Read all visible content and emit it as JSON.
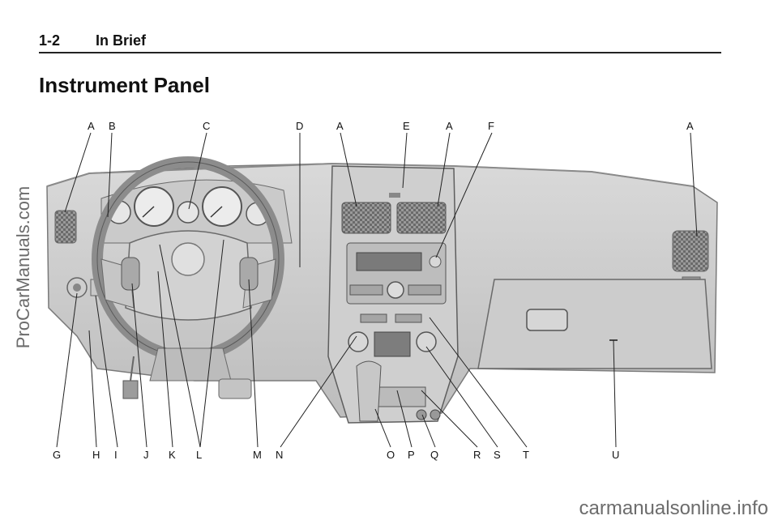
{
  "header": {
    "page_number": "1-2",
    "section": "In Brief"
  },
  "title": "Instrument Panel",
  "callouts_top": [
    "A",
    "B",
    "C",
    "D",
    "A",
    "E",
    "A",
    "F",
    "A"
  ],
  "callouts_bottom": [
    "G",
    "H",
    "I",
    "J",
    "K",
    "L",
    "M",
    "N",
    "O",
    "P",
    "Q",
    "R",
    "S",
    "T",
    "U"
  ],
  "watermark_side": "ProCarManuals.com",
  "watermark_bottom": "carmanualsonline.info"
}
